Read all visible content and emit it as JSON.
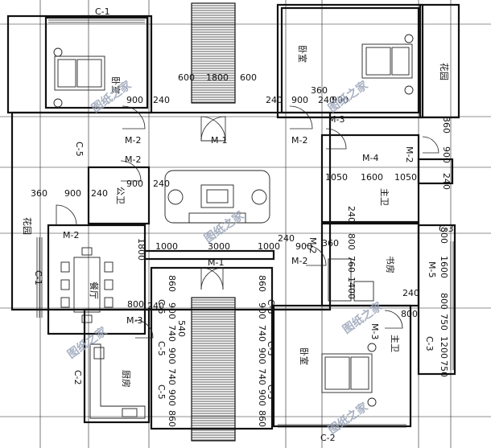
{
  "rooms": {
    "bedroom_nw": "卧室",
    "bedroom_ne": "卧室",
    "bedroom_se": "卧室",
    "garden_ne": "花园",
    "garden_w": "花园",
    "dining": "餐厅",
    "kitchen": "厨房",
    "study": "书房",
    "bath_w": "公卫",
    "bath_ne": "主卫",
    "bath_se": "主卫"
  },
  "windows": {
    "c1_top": "C-1",
    "c1_left": "C-1",
    "c2_bottom": "C-2",
    "c2_left": "C-2",
    "c3_right_top": "C-3",
    "c3_right_bot": "C-3",
    "c5_left": "C-5",
    "c5_a": "C-5",
    "c5_b": "C-5",
    "c5_c": "C-5",
    "c5_d": "C-5",
    "c5_e": "C-5",
    "c5_f": "C-5"
  },
  "doors": {
    "m1_top": "M-1",
    "m1_mid": "M-1",
    "m2_nw": "M-2",
    "m2_nw2": "M-2",
    "m2_ne": "M-2",
    "m2_ne_right": "M-2",
    "m2_w": "M-2",
    "m2_mid": "M-2",
    "m2_study": "M-2",
    "m3_ne": "M-3",
    "m3_sw": "M-3",
    "m3_se": "M-3",
    "m4": "M-4",
    "m5": "M-5"
  },
  "dimensions": {
    "d600a": "600",
    "d1800": "1800",
    "d600b": "600",
    "d900a": "900",
    "d240a": "240",
    "d240b": "240",
    "d900b": "900",
    "d240c": "240",
    "d360a": "360",
    "d900c": "900",
    "d360b": "360",
    "d900d": "900",
    "d1050a": "1050",
    "d1600a": "1600",
    "d1050b": "1050",
    "d240d": "240",
    "d360c": "360",
    "d900e": "900",
    "d240e": "240",
    "d900f": "900",
    "d240f": "240",
    "d1800v": "1800",
    "d1000a": "1000",
    "d3000": "3000",
    "d1000b": "1000",
    "d240g": "240",
    "d900g": "900",
    "d360d": "360",
    "d240h": "240",
    "d800a": "800",
    "d760": "760",
    "d1400": "1400",
    "d800b": "800",
    "d240i": "240",
    "d800c": "800",
    "d800d": "800",
    "d1600b": "1600",
    "d800e": "800",
    "d750a": "750",
    "d1200": "1200",
    "d750b": "750",
    "d540": "540",
    "d240j": "240",
    "dcol_left": [
      "860",
      "900",
      "740",
      "900",
      "740",
      "900",
      "860"
    ],
    "dcol_right": [
      "860",
      "900",
      "740",
      "900",
      "740",
      "900",
      "860"
    ]
  },
  "watermarks": [
    "图纸之家",
    "图纸之家",
    "图纸之家",
    "图纸之家",
    "图纸之家",
    "图纸之家"
  ]
}
